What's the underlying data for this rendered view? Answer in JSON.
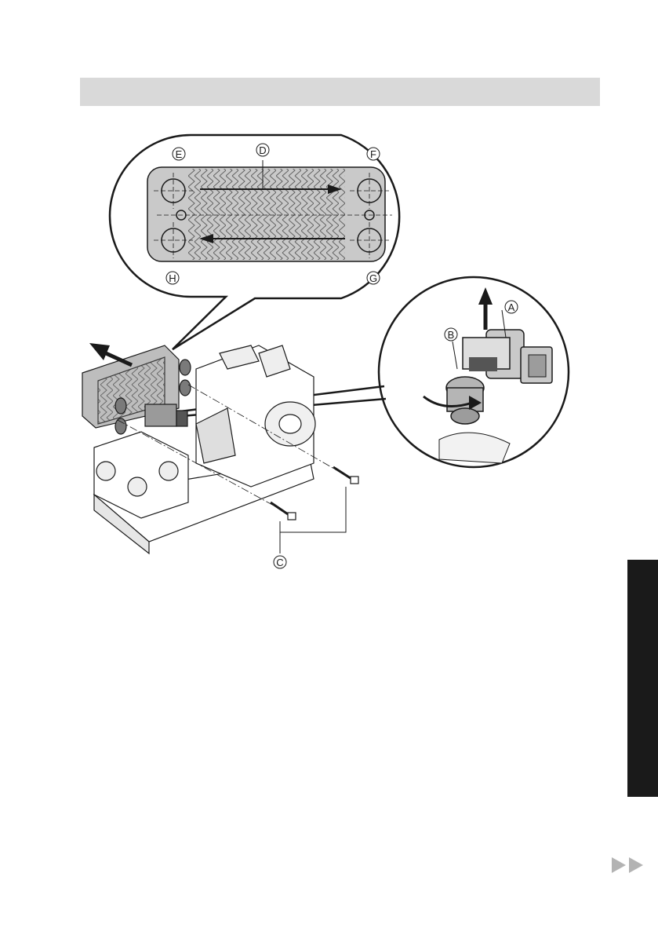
{
  "header": {
    "title": ""
  },
  "figure": {
    "callouts": {
      "A": "A",
      "B": "B",
      "C": "C",
      "D": "D",
      "E": "E",
      "F": "F",
      "G": "G",
      "H": "H"
    }
  },
  "colors": {
    "header_bar": "#d9d9d9",
    "side_tab": "#1a1a1a",
    "next_arrows": "#b3b3b3"
  },
  "icons": {
    "next_page": "double-chevron-right-icon"
  }
}
